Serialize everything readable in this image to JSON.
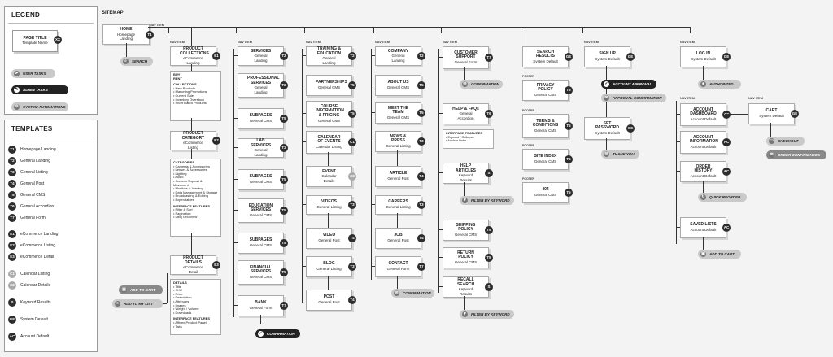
{
  "legend": {
    "title": "LEGEND",
    "node_title": "PAGE TITLE",
    "node_sub": "Template Name",
    "node_badge": "XX",
    "pills": [
      {
        "label": "USER TASKS",
        "style": "light",
        "icon": "arrow-icon"
      },
      {
        "label": "ADMIN TASKS",
        "style": "dark",
        "icon": "wrench-icon"
      },
      {
        "label": "SYSTEM AUTOMATIONS",
        "style": "light",
        "icon": "gear-icon"
      }
    ]
  },
  "templates": {
    "title": "TEMPLATES",
    "items": [
      {
        "code": "T1",
        "label": "Homepage Landing"
      },
      {
        "code": "T2",
        "label": "General Landing"
      },
      {
        "code": "T3",
        "label": "General Listing"
      },
      {
        "code": "T4",
        "label": "General Post"
      },
      {
        "code": "T5",
        "label": "General CMS"
      },
      {
        "code": "T6",
        "label": "General Accordion"
      },
      {
        "code": "T7",
        "label": "General Form"
      },
      {
        "code": "E1",
        "label": "eCommerce Landing"
      },
      {
        "code": "E2",
        "label": "eCommerce Listing"
      },
      {
        "code": "E3",
        "label": "eCommerce Detail"
      },
      {
        "code": "C1",
        "label": "Calendar Listing"
      },
      {
        "code": "C2",
        "label": "Calendar Details"
      },
      {
        "code": "S",
        "label": "Keyword Results"
      },
      {
        "code": "GE",
        "label": "System Default"
      },
      {
        "code": "AC",
        "label": "Account Default"
      }
    ]
  },
  "sitemap": {
    "title": "SITEMAP",
    "nav_label": "NAV ITEM",
    "footer_label": "FOOTER",
    "home": {
      "title": "HOME",
      "sub": "Homepage Landing",
      "badge": "T1"
    },
    "search_pill": "SEARCH",
    "col1": {
      "collections": {
        "title": "PRODUCT COLLECTIONS",
        "sub": "eCommerce Landing",
        "badge": "E1"
      },
      "collections_list": {
        "lines1": [
          "BUY",
          "RENT"
        ],
        "head": "COLLECTIONS",
        "items": [
          "• New Products",
          "• Marketing Promotions",
          "• Current Sale",
          "• Inventory Overstock",
          "• Short Dated Products"
        ]
      },
      "category": {
        "title": "PRODUCT CATEGORY",
        "sub": "eCommerce Listing",
        "badge": "E2"
      },
      "category_list": {
        "head": "CATEGORIES",
        "items": [
          "• Cameras & Accessories",
          "• Lenses & Accessories",
          "• Lighting",
          "• Audio",
          "• Camera Support & Movement",
          "• Monitors & Viewing",
          "• Data Management & Storage",
          "• Broadcasting & Editing",
          "• Expendables"
        ],
        "head2": "INTERFACE FEATURES",
        "items2": [
          "• Filter & Sort",
          "• Pagination",
          "• List | Grid View"
        ]
      },
      "details": {
        "title": "PRODUCT DETAILS",
        "sub": "eCommerce Detail",
        "badge": "E3"
      },
      "details_list": {
        "head": "DETAILS",
        "items": [
          "• Title",
          "• SKU",
          "• Price",
          "• Description",
          "• Attributes",
          "• Images",
          "• Weight / Volume",
          "• Downloads"
        ],
        "head2": "INTERFACE FEATURES",
        "items2": [
          "• Affixed Product Panel",
          "• Tabs"
        ]
      },
      "add_to_cart": "ADD TO CART",
      "add_to_list": "ADD TO MY LIST"
    },
    "col2": {
      "services": {
        "title": "SERVICES",
        "sub": "General Landing",
        "badge": "T2"
      },
      "professional": {
        "title": "PROFESSIONAL SERVICES",
        "sub": "General Landing",
        "badge": "T2"
      },
      "subpages1": {
        "title": "SUBPAGES",
        "sub": "General CMS",
        "badge": "T5"
      },
      "lab": {
        "title": "LAB SERVICES",
        "sub": "General Landing",
        "badge": "T2"
      },
      "subpages2": {
        "title": "SUBPAGES",
        "sub": "General CMS",
        "badge": "T5"
      },
      "education": {
        "title": "EDUCATION SERVICES",
        "sub": "General CMS",
        "badge": "T5"
      },
      "subpages3": {
        "title": "SUBPAGES",
        "sub": "General CMS",
        "badge": "T5"
      },
      "financial": {
        "title": "FINANCIAL SERVICES",
        "sub": "General CMS",
        "badge": "T5"
      },
      "bank": {
        "title": "BANK",
        "sub": "General Form",
        "badge": "T7"
      },
      "confirmation": "CONFIRMATION"
    },
    "col3": {
      "training": {
        "title": "TRAINING & EDUCATION",
        "sub": "General Landing",
        "badge": "T2"
      },
      "partnerships": {
        "title": "PARTNERSHIPS",
        "sub": "General CMS",
        "badge": "T5"
      },
      "course": {
        "title": "COURSE INFORMATION & PRICING",
        "sub": "General CMS",
        "badge": "T5"
      },
      "calendar": {
        "title": "CALENDAR OF EVENTS",
        "sub": "Calendar Listing",
        "badge": "C1"
      },
      "event": {
        "title": "EVENT",
        "sub": "Calendar Details",
        "badge": "C2"
      },
      "videos": {
        "title": "VIDEOS",
        "sub": "General Listing",
        "badge": "T3"
      },
      "video": {
        "title": "VIDEO",
        "sub": "General Post",
        "badge": "T4"
      },
      "blog": {
        "title": "BLOG",
        "sub": "General Listing",
        "badge": "T3"
      },
      "post": {
        "title": "POST",
        "sub": "General Post",
        "badge": "T4"
      }
    },
    "col4": {
      "company": {
        "title": "COMPANY",
        "sub": "General Landing",
        "badge": "T2"
      },
      "about": {
        "title": "ABOUT US",
        "sub": "General CMS",
        "badge": "T5"
      },
      "team": {
        "title": "MEET THE TEAM",
        "sub": "General CMS",
        "badge": "T5"
      },
      "news": {
        "title": "NEWS & PRESS",
        "sub": "General Listing",
        "badge": "T3"
      },
      "article": {
        "title": "ARTICLE",
        "sub": "General Post",
        "badge": "T4"
      },
      "careers": {
        "title": "CAREERS",
        "sub": "General Listing",
        "badge": "T3"
      },
      "job": {
        "title": "JOB",
        "sub": "General Post",
        "badge": "T4"
      },
      "contact": {
        "title": "CONTACT",
        "sub": "General Form",
        "badge": "T7"
      },
      "confirmation": "CONFIRMATION"
    },
    "col5": {
      "support": {
        "title": "CUSTOMER SUPPORT",
        "sub": "General Form",
        "badge": "T7"
      },
      "confirmation": "CONFIRMATION",
      "help": {
        "title": "HELP & FAQs",
        "sub": "General Accordion",
        "badge": "T6"
      },
      "help_list": {
        "head": "INTERFACE FEATURES",
        "items": [
          "• Expand / Collapse",
          "• Anchor Links"
        ]
      },
      "help_articles": {
        "title": "HELP ARTICLES",
        "sub": "Keyword Results",
        "badge": "S"
      },
      "filter1": "FILTER BY KEYWORD",
      "shipping": {
        "title": "SHIPPING POLICY",
        "sub": "General CMS",
        "badge": "T5"
      },
      "return": {
        "title": "RETURN POLICY",
        "sub": "General CMS",
        "badge": "T5"
      },
      "recall": {
        "title": "RECALL SEARCH",
        "sub": "Keyword Results",
        "badge": "S"
      },
      "filter2": "FILTER BY KEYWORD"
    },
    "col6": {
      "search_results": {
        "title": "SEARCH RESULTS",
        "sub": "System Default",
        "badge": "GE"
      },
      "privacy": {
        "title": "PRIVACY POLICY",
        "sub": "General CMS",
        "badge": "T5"
      },
      "terms": {
        "title": "TERMS & CONDITIONS",
        "sub": "General CMS",
        "badge": "T5"
      },
      "site_index": {
        "title": "SITE INDEX",
        "sub": "General CMS",
        "badge": "T5"
      },
      "p404": {
        "title": "404",
        "sub": "General CMS",
        "badge": "T5"
      }
    },
    "col7": {
      "signup": {
        "title": "SIGN UP",
        "sub": "System Default",
        "badge": "GE"
      },
      "account_approval": "ACCOUNT APPROVAL",
      "approval_confirmation": "APPROVAL CONFIRMATION",
      "set_password": {
        "title": "SET PASSWORD",
        "sub": "System Default",
        "badge": "GE"
      },
      "thank_you": "THANK YOU"
    },
    "col8": {
      "login": {
        "title": "LOG IN",
        "sub": "System Default",
        "badge": "GE"
      },
      "authorized": "AUTHORIZED",
      "dashboard": {
        "title": "ACCOUNT DASHBOARD",
        "sub": "Account Default",
        "badge": "AC"
      },
      "info": {
        "title": "ACCOUNT INFORMATION",
        "sub": "Account Default",
        "badge": "AC"
      },
      "history": {
        "title": "ORDER HISTORY",
        "sub": "Account Default",
        "badge": "AC"
      },
      "quick_reorder": "QUICK REORDER",
      "saved": {
        "title": "SAVED LISTS",
        "sub": "Account Default",
        "badge": "AC"
      },
      "add_to_cart": "ADD TO CART"
    },
    "col9": {
      "cart": {
        "title": "CART",
        "sub": "System Default",
        "badge": "GE"
      },
      "checkout": "CHECKOUT",
      "order_confirmation": "ORDER CONFIRMATION"
    }
  }
}
